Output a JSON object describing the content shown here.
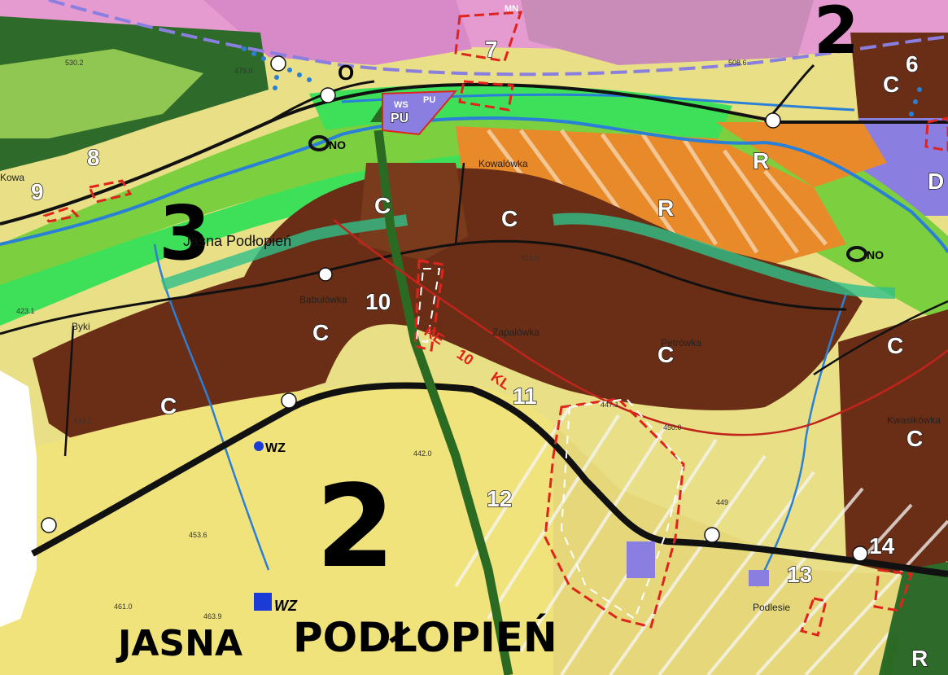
{
  "map": {
    "place_name_1": "JASNA",
    "place_name_2": "PODŁOPIEŃ",
    "place_label_small": "Jasna Podłopień",
    "big_digit_left": "3",
    "big_digit_center": "2",
    "big_digit_topright": "2"
  },
  "numbered_sites": [
    "6",
    "7",
    "8",
    "9",
    "10",
    "11",
    "12",
    "13",
    "14"
  ],
  "zone_codes": {
    "c": "C",
    "r": "R",
    "d": "D",
    "pu": "PU",
    "ws": "WS",
    "ws_pu": "PU",
    "mn": "MN",
    "o": "O"
  },
  "symbols": {
    "no": "NO",
    "wz": "WZ"
  },
  "line_label": "KE 10 KL",
  "line_label_parts": [
    "KE",
    "10",
    "KL"
  ],
  "local_names": {
    "kowalowka": "Kowalówka",
    "zapalowka": "Zapalówka",
    "petrowka": "Petrówka",
    "kwasikowka": "Kwasikówka",
    "babulowka": "Babulówka",
    "podlesie": "Podlesie",
    "byki": "Byki",
    "kowa": "Kowa"
  },
  "spot_heights": [
    "530.2",
    "479.0",
    "508.6",
    "447.1",
    "419.0",
    "423.1",
    "453.6",
    "442.0",
    "450.0",
    "461.0",
    "463.9",
    "433.2",
    "449"
  ],
  "colors": {
    "forest_dark": "#2e6b2a",
    "meadow_green": "#7ccf3e",
    "bright_green": "#3ee05a",
    "yellow_farmland": "#efe27a",
    "brown_c": "#6a2e16",
    "pink_residential": "#e59ad0",
    "orange_r": "#e98a2a",
    "river_blue": "#2a7fd6",
    "road_black": "#111111",
    "red_dashed": "#e0241c",
    "purple_pu": "#8a7ee0"
  }
}
